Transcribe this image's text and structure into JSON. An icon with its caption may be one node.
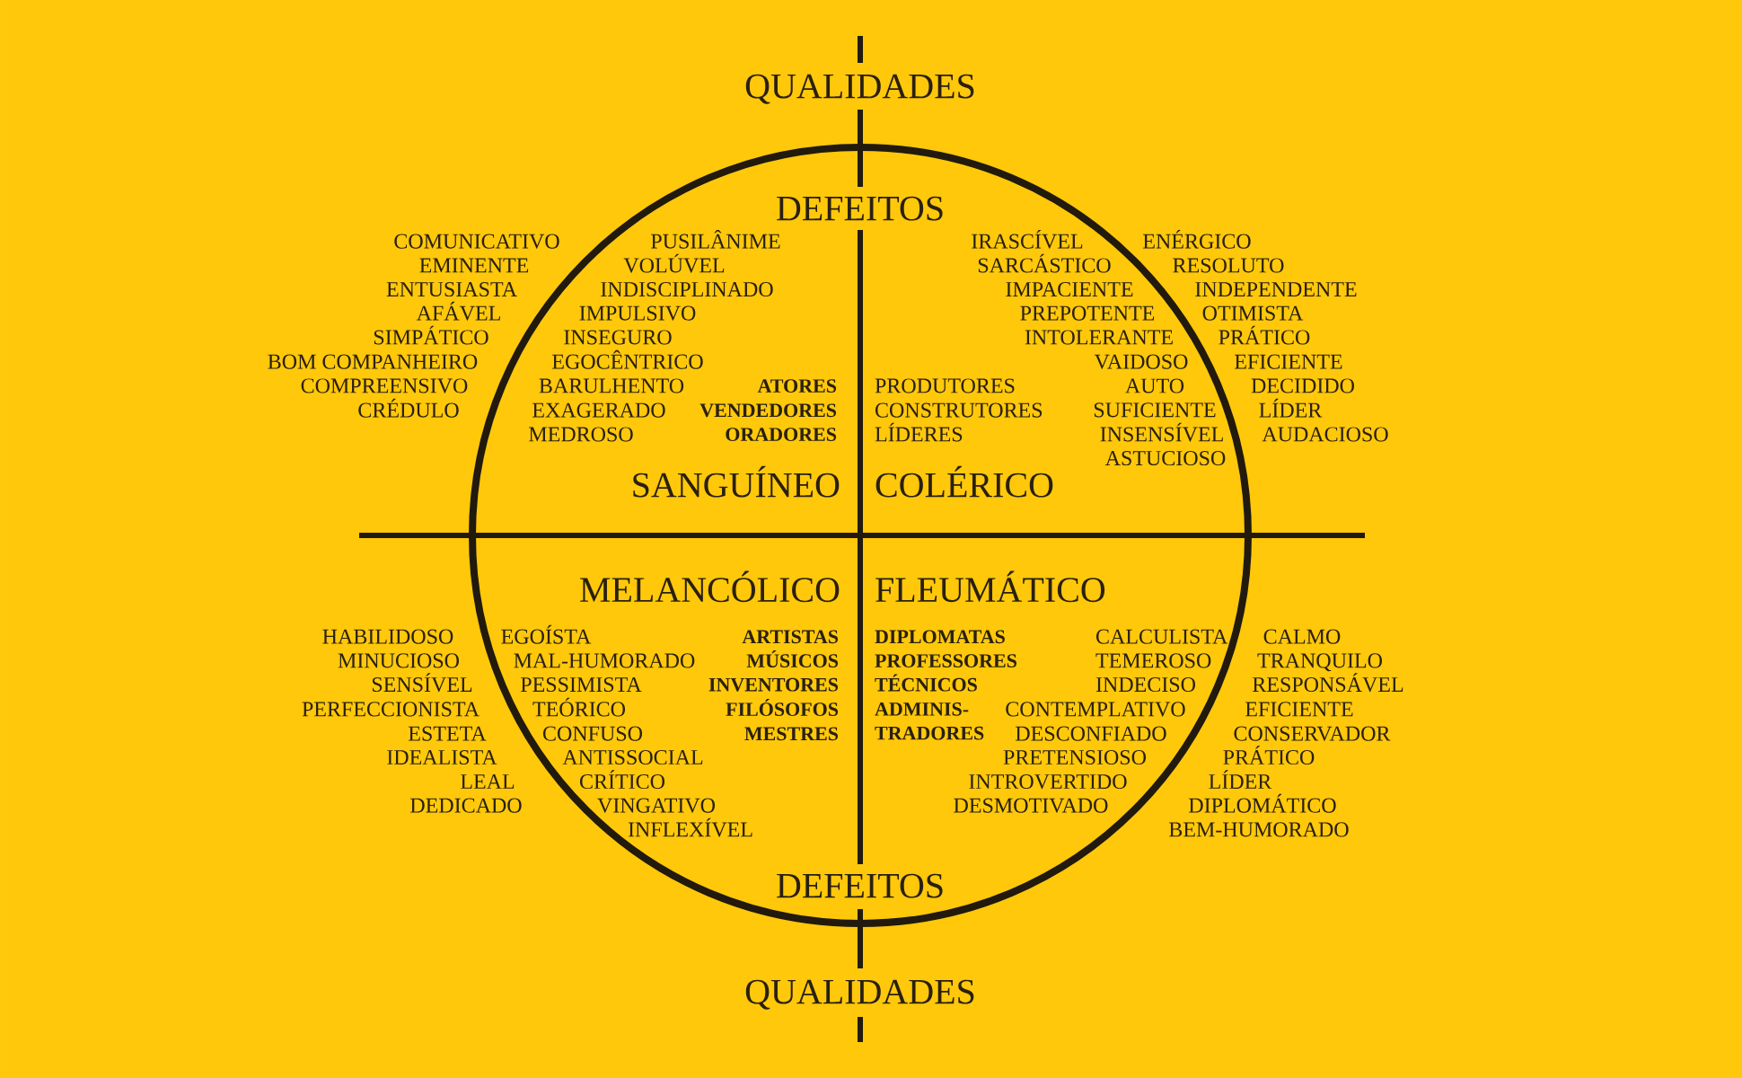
{
  "diagram": {
    "nodes": [
      {
        "text": [
          "DEFEITOS",
          "PUSILÂNIME",
          "VOLÚVEL",
          "INDISCIPLINADO",
          "IMPULSIVO",
          "INSEGURO",
          "EGOCÊNTRICO",
          "BARULHENTO",
          "EXAGERADO",
          "MEDROSO",
          "ATORES",
          "VENDEDORES",
          "ORADORES",
          "SANGUÍNEO",
          "IRASCÍVEL",
          "SARCÁSTICO",
          "IMPACIENTE",
          "PREPOTENTE",
          "INTOLERANTE",
          "VAIDOSO",
          "AUTO SUFICIENTE",
          "INSENSÍVEL",
          "ASTUCIOSO",
          "PRODUTORES",
          "CONSTRUTORES",
          "LÍDERES",
          "COLÉRICO",
          "MELANCÓLICO",
          "EGOÍSTA",
          "MAL-HUMORADO",
          "PESSIMISTA",
          "TEÓRICO",
          "CONFUSO",
          "ANTISSOCIAL",
          "CRÍTICO",
          "VINGATIVO",
          "INFLEXÍVEL",
          "ARTISTAS",
          "MÚSICOS",
          "INVENTORES",
          "FILÓSOFOS",
          "MESTRES",
          "FLEUMÁTICO",
          "DIPLOMATAS",
          "PROFESSORES",
          "TÉCNICOS",
          "ADMINIS- TRADORES",
          "CALCULISTA",
          "TEMEROSO",
          "INDECISO",
          "CONTEMPLATIVO",
          "DESCONFIADO",
          "PRETENSIOSO",
          "INTROVERTIDO",
          "DESMOTIVADO",
          "DEFEITOS"
        ],
        "beside": [
          "COMUNICATIVO",
          "EMINENTE",
          "ENTUSIASTA",
          "AFÁVEL",
          "SIMPÁTICO",
          "BOM COMPANHEIRO",
          "COMPREENSIVO",
          "CRÉDULO",
          "ENÉRGICO",
          "RESOLUTO",
          "INDEPENDENTE",
          "OTIMISTA",
          "PRÁTICO",
          "EFICIENTE",
          "DECIDIDO",
          "LÍDER",
          "AUDACIOSO",
          "HABILIDOSO",
          "MINUCIOSO",
          "SENSÍVEL",
          "PERFECCIONISTA",
          "ESTETA",
          "IDEALISTA",
          "LEAL",
          "DEDICADO",
          "CALMO",
          "TRANQUILO",
          "RESPONSÁVEL",
          "EFICIENTE",
          "CONSERVADOR",
          "PRÁTICO",
          "LÍDER",
          "DIPLOMÁTICO",
          "BEM-HUMORADO"
        ]
      }
    ],
    "labels": [
      "QUALIDADES",
      "QUALIDADES"
    ]
  }
}
